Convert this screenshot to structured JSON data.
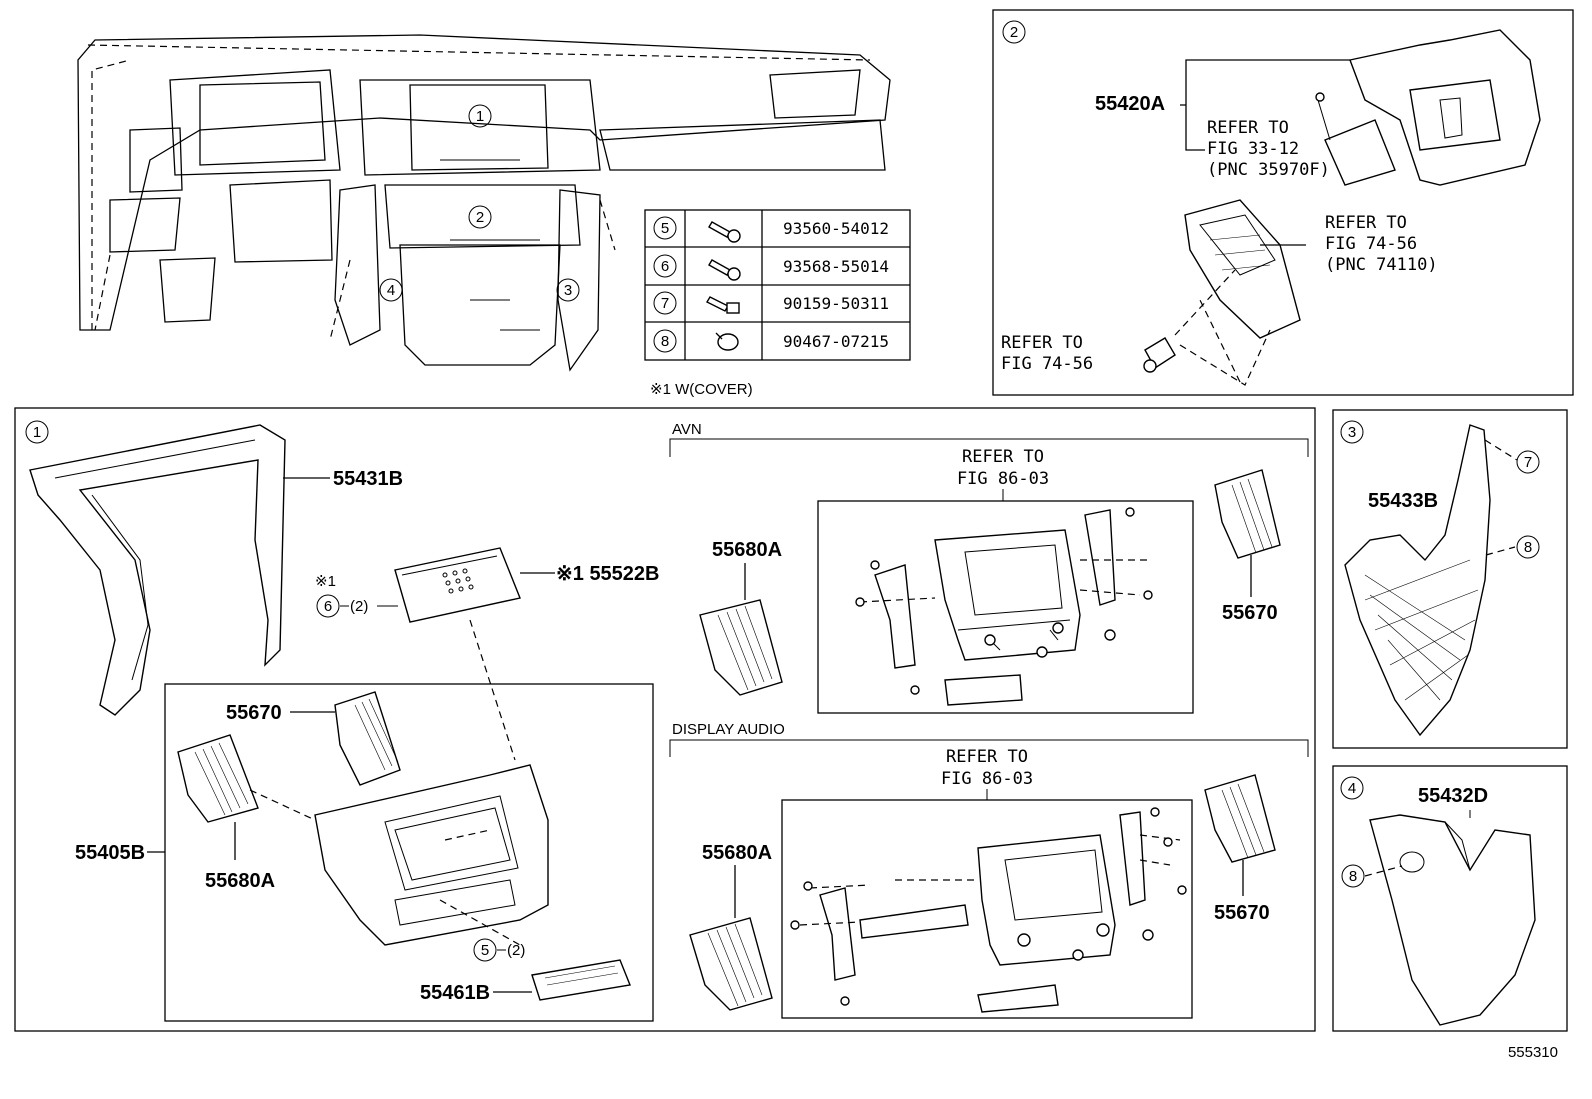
{
  "callouts": {
    "c1": "1",
    "c2": "2",
    "c3": "3",
    "c4": "4",
    "c5": "5",
    "c6": "6",
    "c7": "7",
    "c8": "8"
  },
  "fastener_table": [
    {
      "ref": "5",
      "part": "93560-54012"
    },
    {
      "ref": "6",
      "part": "93568-55014"
    },
    {
      "ref": "7",
      "part": "90159-50311"
    },
    {
      "ref": "8",
      "part": "90467-07215"
    }
  ],
  "table_note": "※1 W(COVER)",
  "panel2": {
    "part": "55420A",
    "refer1": [
      "REFER TO",
      "FIG 33-12",
      "(PNC 35970F)"
    ],
    "refer2": [
      "REFER TO",
      "FIG 74-56",
      "(PNC 74110)"
    ],
    "refer3": [
      "REFER TO",
      "FIG 74-56"
    ]
  },
  "panel1": {
    "p55431B": "55431B",
    "star1": "※1",
    "p55522B": "※1 55522B",
    "qty6": "(2)",
    "p55670": "55670",
    "p55405B": "55405B",
    "p55680A": "55680A",
    "qty5": "(2)",
    "p55461B": "55461B"
  },
  "avn": {
    "section": "AVN",
    "refer": [
      "REFER TO",
      "FIG 86-03"
    ],
    "p55680A": "55680A",
    "p55670": "55670"
  },
  "display_audio": {
    "section": "DISPLAY AUDIO",
    "refer": [
      "REFER TO",
      "FIG 86-03"
    ],
    "p55680A": "55680A",
    "p55670": "55670"
  },
  "panel3": {
    "part": "55433B"
  },
  "panel4": {
    "part": "55432D"
  },
  "figure_number": "555310"
}
